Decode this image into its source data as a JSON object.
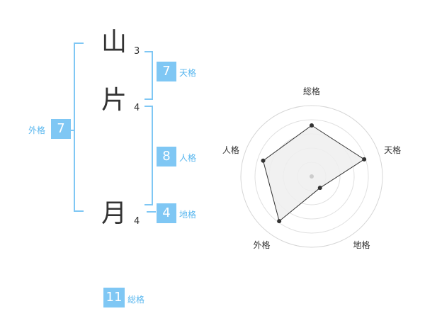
{
  "characters": [
    {
      "kanji": "山",
      "strokes": "3"
    },
    {
      "kanji": "片",
      "strokes": "4"
    },
    {
      "kanji": "月",
      "strokes": "4"
    }
  ],
  "fortunes": {
    "tenkaku": {
      "value": "7",
      "label": "天格"
    },
    "jinkaku": {
      "value": "8",
      "label": "人格"
    },
    "chikaku": {
      "value": "4",
      "label": "地格"
    },
    "gaikaku": {
      "value": "7",
      "label": "外格"
    },
    "soukaku": {
      "value": "11",
      "label": "総格"
    }
  },
  "colors": {
    "accent": "#7fc7f4",
    "accent_text": "#59b7ef",
    "text": "#333333",
    "radar_fill": "#efefef"
  },
  "chart_data": {
    "type": "radar",
    "axes": [
      "総格",
      "天格",
      "地格",
      "外格",
      "人格"
    ],
    "values": [
      3.6,
      3.9,
      1.0,
      3.9,
      3.6
    ],
    "rmax": 5,
    "rings": 4
  }
}
